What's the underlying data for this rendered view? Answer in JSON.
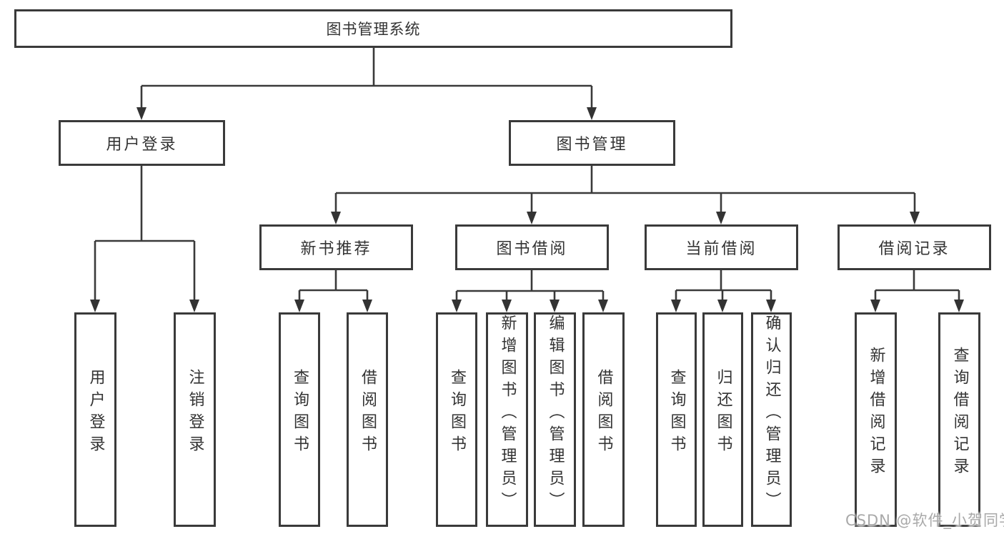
{
  "tree": {
    "root": {
      "label": "图书管理系统"
    },
    "branches": [
      {
        "label": "用户登录",
        "children": [
          "用户登录",
          "注销登录"
        ]
      },
      {
        "label": "图书管理",
        "sections": [
          {
            "label": "新书推荐",
            "children": [
              "查询图书",
              "借阅图书"
            ]
          },
          {
            "label": "图书借阅",
            "children": [
              "查询图书",
              "新增图书（管理员）",
              "编辑图书（管理员）",
              "借阅图书"
            ]
          },
          {
            "label": "当前借阅",
            "children": [
              "查询图书",
              "归还图书",
              "确认归还（管理员）"
            ]
          },
          {
            "label": "借阅记录",
            "children": [
              "新增借阅记录",
              "查询借阅记录"
            ]
          }
        ]
      }
    ]
  },
  "watermark": "CSDN @软件_小贺同学",
  "colors": {
    "line": "#3a3a3a",
    "text": "#333333",
    "box_background": "#ffffff",
    "watermark": "#a9a9a9"
  }
}
